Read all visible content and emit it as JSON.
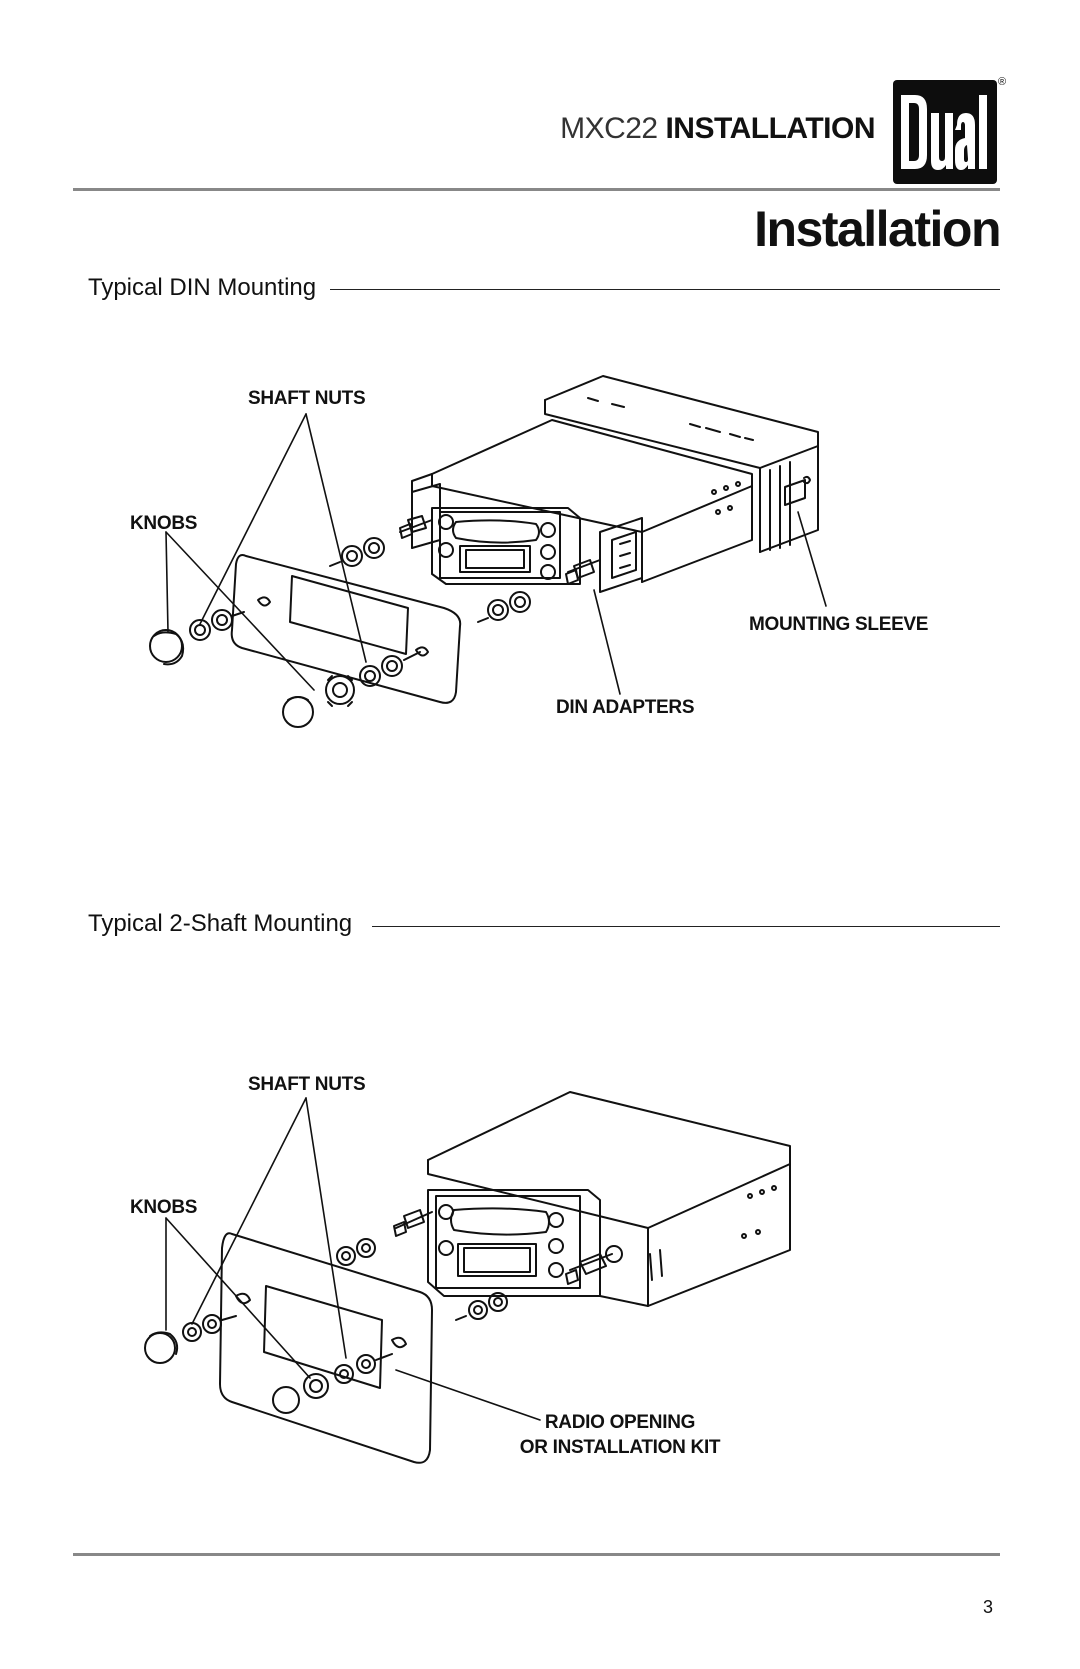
{
  "header": {
    "model": "MXC22",
    "title_word": "INSTALLATION",
    "logo_text": "Dual",
    "registered_mark": "®"
  },
  "page_heading": "Installation",
  "sections": [
    {
      "title": "Typical DIN Mounting",
      "labels": {
        "shaft_nuts": "SHAFT NUTS",
        "knobs": "KNOBS",
        "mounting_sleeve": "MOUNTING SLEEVE",
        "din_adapters": "DIN ADAPTERS"
      }
    },
    {
      "title": "Typical 2-Shaft Mounting",
      "labels": {
        "shaft_nuts": "SHAFT NUTS",
        "knobs": "KNOBS",
        "radio_opening_line1": "RADIO OPENING",
        "radio_opening_line2": "OR INSTALLATION KIT"
      }
    }
  ],
  "page_number": "3"
}
